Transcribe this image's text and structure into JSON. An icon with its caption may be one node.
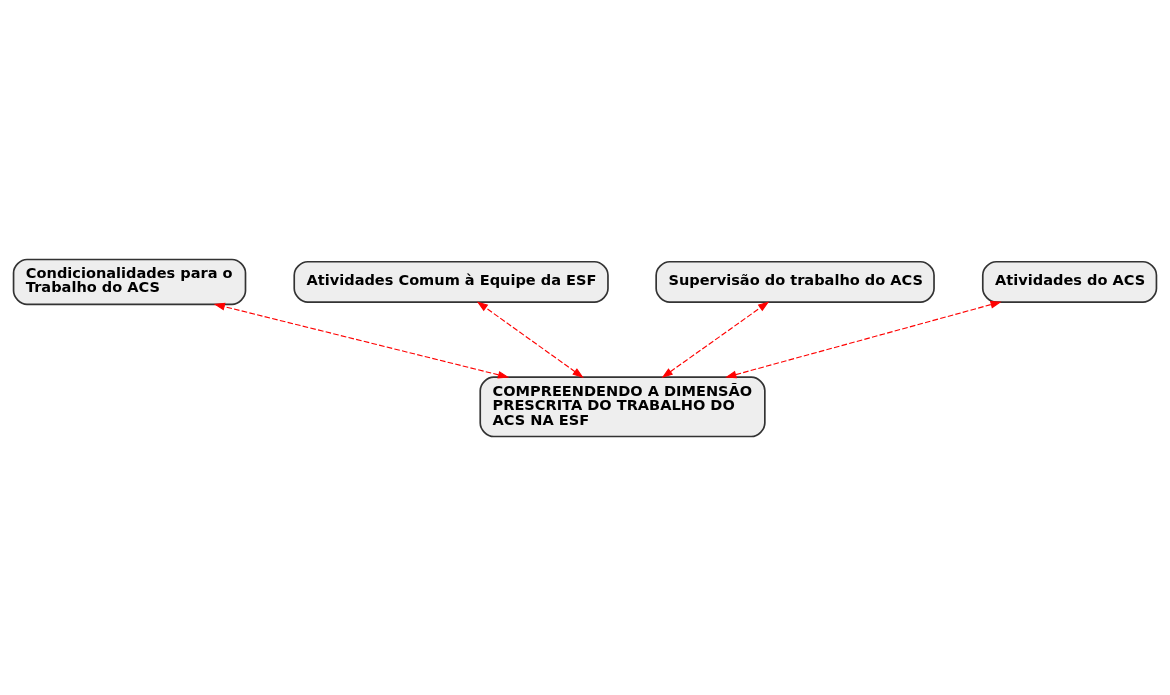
{
  "diagram": {
    "nodes": [
      {
        "text": [
          "Condicionalidades para o Trabalho do ACS"
        ]
      },
      {
        "text": [
          "Atividades Comum à Equipe da ESF"
        ]
      },
      {
        "text": [
          "Supervisão do trabalho do ACS"
        ]
      },
      {
        "text": [
          "Atividades do ACS"
        ]
      },
      {
        "text": [
          "COMPREENDENDO A DIMENSÃO PRESCRITA DO TRABALHO DO ACS NA ESF"
        ]
      }
    ],
    "edges": [
      {
        "from": 4,
        "to": 3,
        "arrow": "both",
        "style": "dashed"
      },
      {
        "from": 4,
        "to": 1,
        "arrow": "both",
        "style": "dashed"
      },
      {
        "from": 4,
        "to": 0,
        "arrow": "both",
        "style": "dashed"
      },
      {
        "from": 4,
        "to": 2,
        "arrow": "both",
        "style": "dashed"
      }
    ]
  }
}
